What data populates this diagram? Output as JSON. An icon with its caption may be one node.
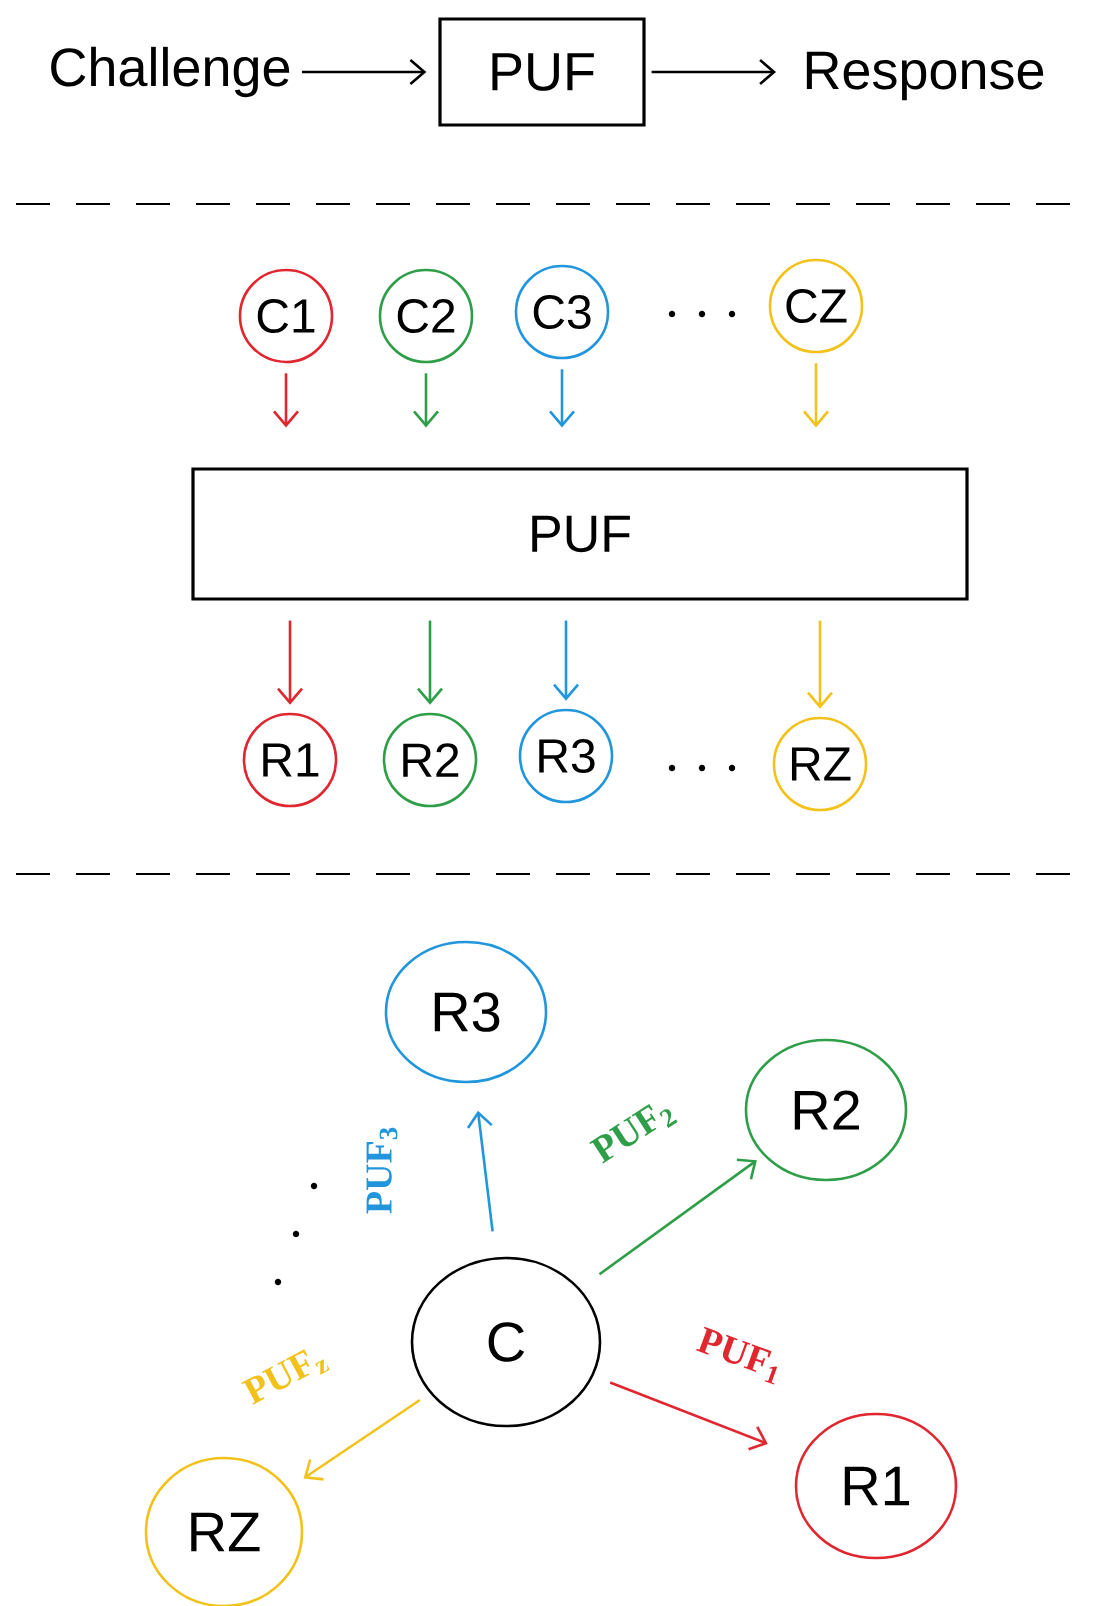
{
  "diagram": {
    "nodes": [
      {
        "text": [
          "Challenge"
        ]
      },
      {
        "text": [
          "PUF"
        ]
      },
      {
        "text": [
          "Response"
        ]
      },
      {
        "text": [
          "C1"
        ]
      },
      {
        "text": [
          "C2"
        ]
      },
      {
        "text": [
          "C3"
        ]
      },
      {
        "text": [
          "CZ"
        ]
      },
      {
        "text": [
          "PUF"
        ]
      },
      {
        "text": [
          "R1"
        ]
      },
      {
        "text": [
          "R2"
        ]
      },
      {
        "text": [
          "R3"
        ]
      },
      {
        "text": [
          "RZ"
        ]
      },
      {
        "text": [
          "R3"
        ]
      },
      {
        "text": [
          "R2"
        ]
      },
      {
        "text": [
          "C"
        ]
      },
      {
        "text": [
          "R1"
        ]
      },
      {
        "text": [
          "RZ"
        ]
      }
    ],
    "edges": [
      {
        "from": 0,
        "to": 1,
        "arrow": "to",
        "color": "#000000"
      },
      {
        "from": 1,
        "to": 2,
        "arrow": "to",
        "color": "#000000"
      },
      {
        "from": 3,
        "to": 7,
        "arrow": "to",
        "color": "#e0262e"
      },
      {
        "from": 4,
        "to": 7,
        "arrow": "to",
        "color": "#2e9e48"
      },
      {
        "from": 5,
        "to": 7,
        "arrow": "to",
        "color": "#2196dc"
      },
      {
        "from": 6,
        "to": 7,
        "arrow": "to",
        "color": "#f2c21b"
      },
      {
        "from": 7,
        "to": 8,
        "arrow": "to",
        "color": "#e0262e"
      },
      {
        "from": 7,
        "to": 9,
        "arrow": "to",
        "color": "#2e9e48"
      },
      {
        "from": 7,
        "to": 10,
        "arrow": "to",
        "color": "#2196dc"
      },
      {
        "from": 7,
        "to": 11,
        "arrow": "to",
        "color": "#f2c21b"
      },
      {
        "from": 14,
        "to": 12,
        "arrow": "to",
        "color": "#2196dc",
        "label": "PUF$_{3}$"
      },
      {
        "from": 14,
        "to": 13,
        "arrow": "to",
        "color": "#2e9e48",
        "label": "PUF$_{2}$"
      },
      {
        "from": 14,
        "to": 15,
        "arrow": "to",
        "color": "#e0262e",
        "label": "PUF$_{1}$"
      },
      {
        "from": 14,
        "to": 16,
        "arrow": "to",
        "color": "#f2c21b",
        "label": "PUF$_{z}$"
      }
    ]
  }
}
